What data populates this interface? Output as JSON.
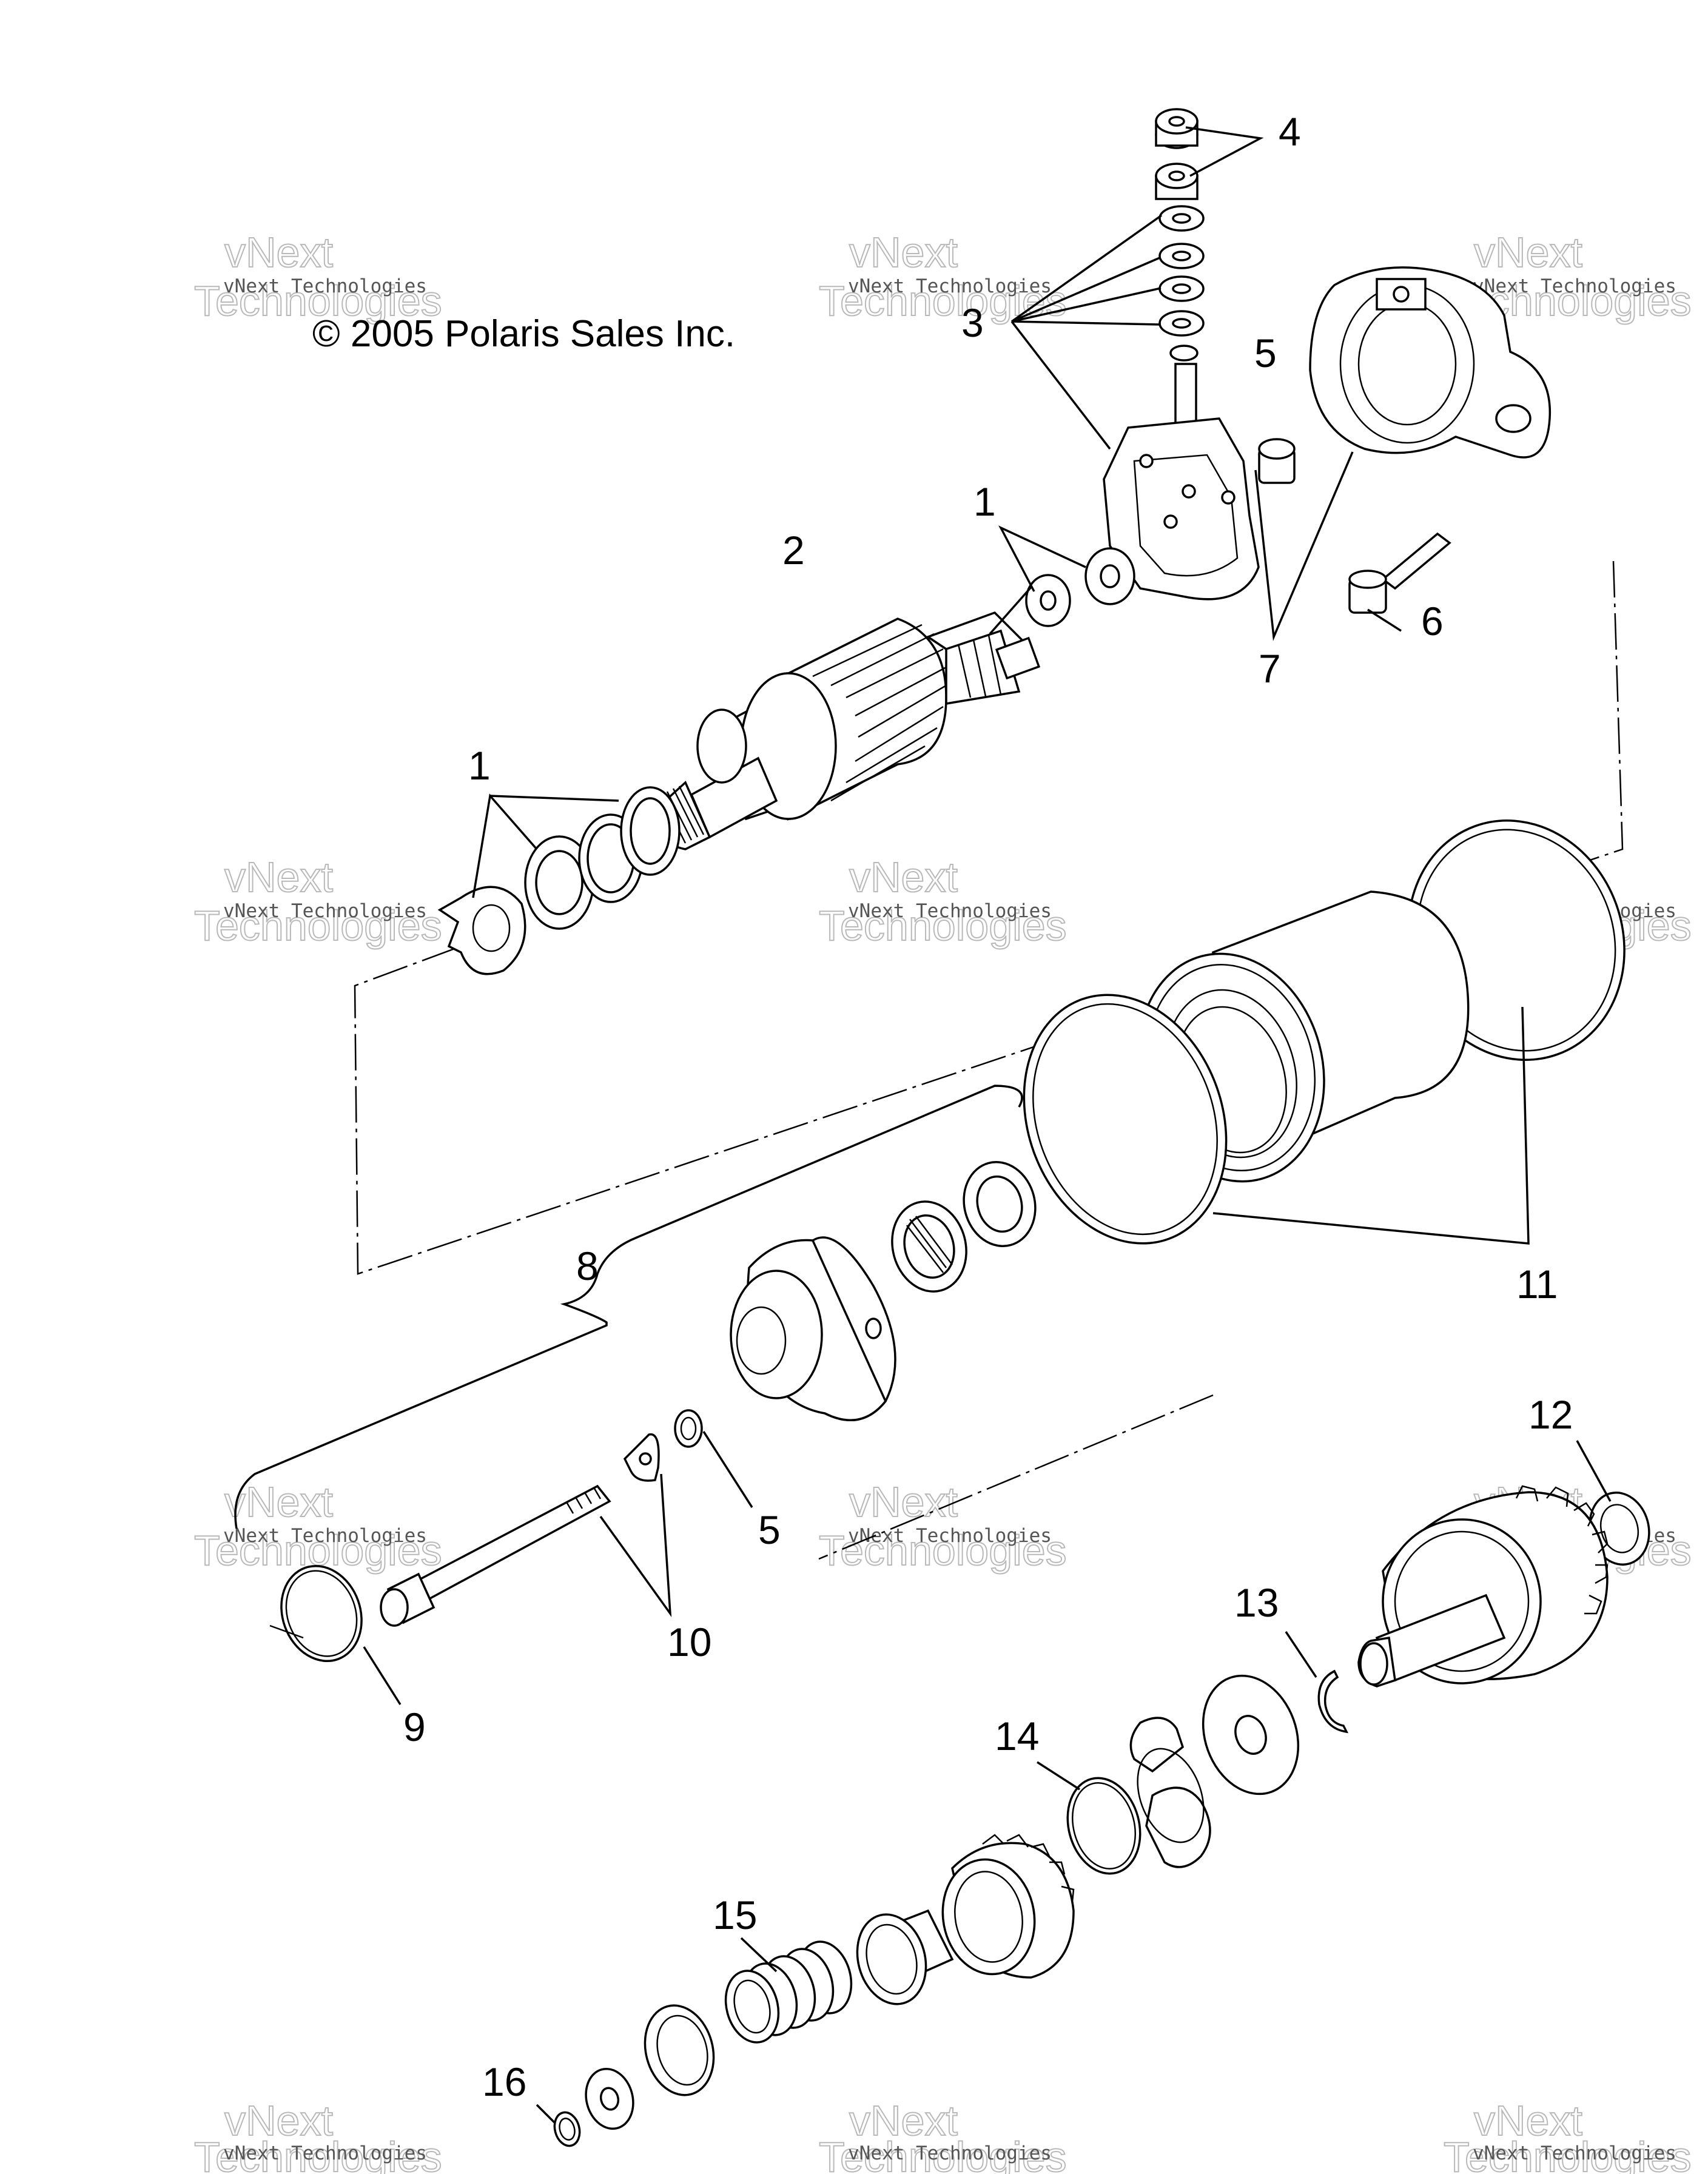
{
  "copyright": "© 2005 Polaris Sales Inc.",
  "watermark": {
    "small": "vNext Technologies",
    "big_line1": "vNext",
    "big_line2": "Technologies"
  },
  "callouts": {
    "c1a": "1",
    "c1b": "1",
    "c2": "2",
    "c3": "3",
    "c4": "4",
    "c5a": "5",
    "c5b": "5",
    "c6": "6",
    "c7": "7",
    "c8": "8",
    "c9": "9",
    "c10": "10",
    "c11": "11",
    "c12": "12",
    "c13": "13",
    "c14": "14",
    "c15": "15",
    "c16": "16"
  }
}
